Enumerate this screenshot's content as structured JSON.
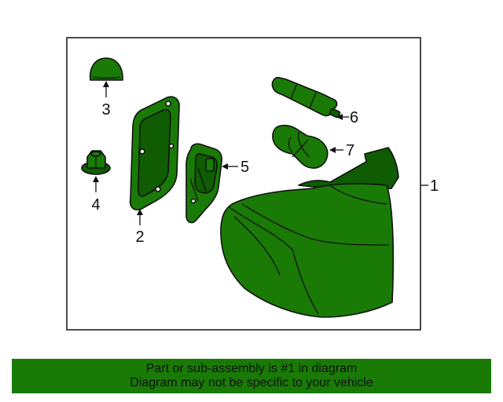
{
  "colors": {
    "part_fill": "#1a7a06",
    "part_dark": "#0f5c02",
    "outline": "#111111",
    "banner_bg": "#1a7a06",
    "background": "#ffffff"
  },
  "callouts": {
    "c1": "1",
    "c2": "2",
    "c3": "3",
    "c4": "4",
    "c5": "5",
    "c6": "6",
    "c7": "7"
  },
  "footer": {
    "line1": "Part or sub-assembly is #1 in diagram",
    "line2": "Diagram may not be specific to your vehicle"
  }
}
